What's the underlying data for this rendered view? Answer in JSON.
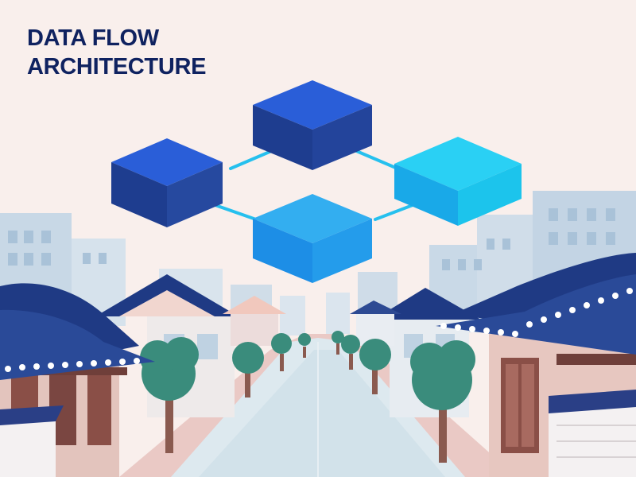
{
  "heading": {
    "line1": "DATA FLOW",
    "line2": "ARCHITECTURE"
  },
  "illustration": {
    "subject": "isometric data cubes connected by lines above a street of traditional tiled-roof houses",
    "nodes": [
      "navy-cube-left",
      "navy-cube-top",
      "cyan-cube-right",
      "sky-cube-bottom"
    ]
  },
  "palette": {
    "background": "#f9efec",
    "title": "#0f2260",
    "navy": "#1e3d8f",
    "blue": "#2a5ed8",
    "cyan": "#1cc4ec",
    "sky": "#33aef0",
    "roof": "#2a3f86",
    "tree": "#3a8c7c",
    "wood": "#8a4f47",
    "building": "#c6d7e6",
    "road": "#dce8ee"
  }
}
